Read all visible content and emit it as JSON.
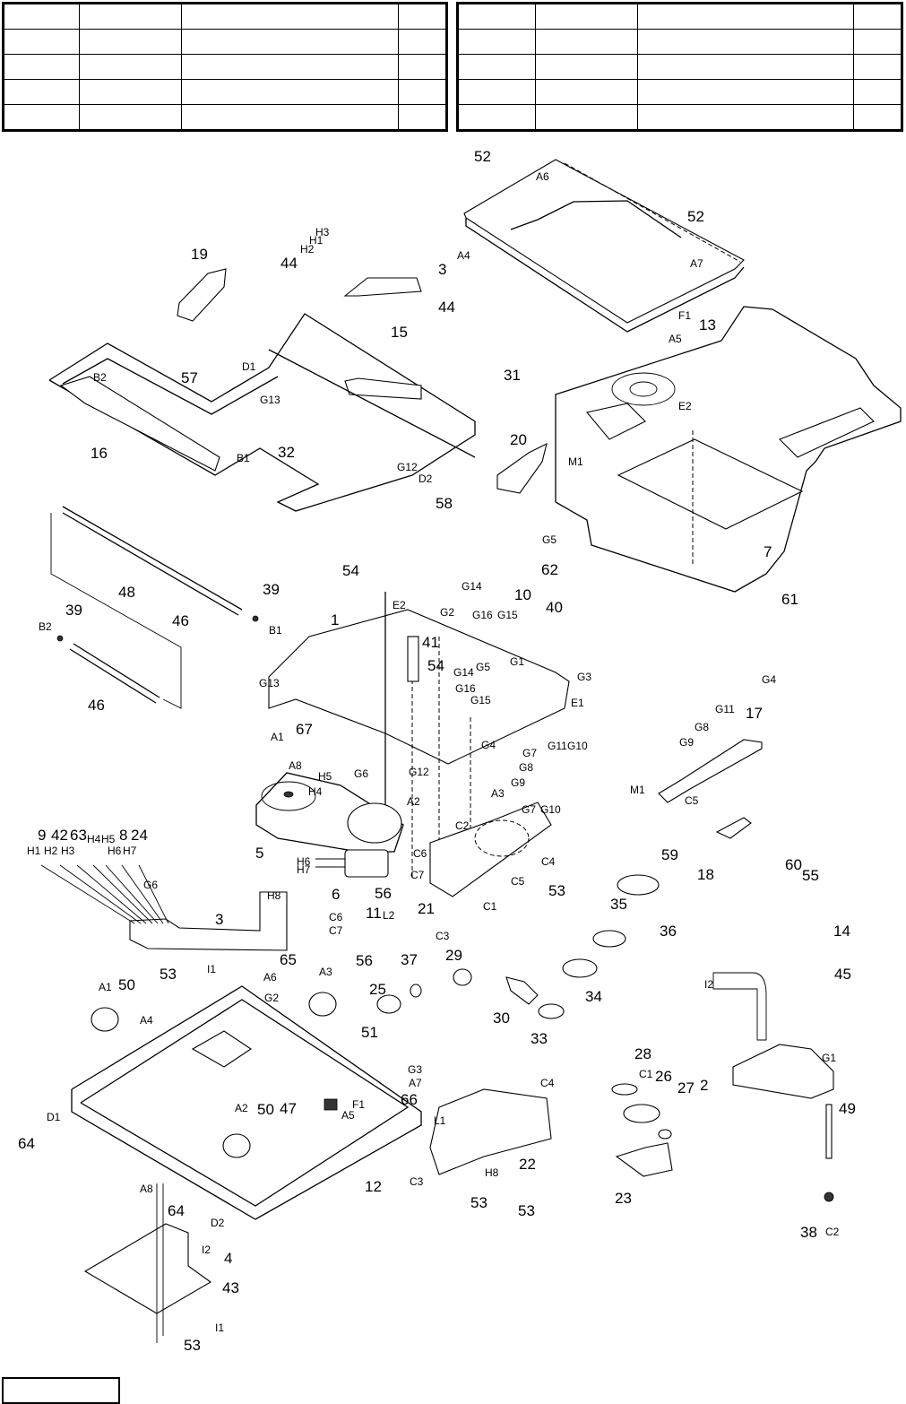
{
  "header_tables": {
    "left": {
      "rows": [
        [
          "",
          "",
          "",
          ""
        ],
        [
          "",
          "",
          "",
          ""
        ],
        [
          "",
          "",
          "",
          ""
        ],
        [
          "",
          "",
          "",
          ""
        ],
        [
          "",
          "",
          "",
          ""
        ]
      ]
    },
    "right": {
      "rows": [
        [
          "",
          "",
          "",
          ""
        ],
        [
          "",
          "",
          "",
          ""
        ],
        [
          "",
          "",
          "",
          ""
        ],
        [
          "",
          "",
          "",
          ""
        ],
        [
          "",
          "",
          "",
          ""
        ]
      ]
    }
  },
  "footer_box": {
    "text": ""
  },
  "diagram": {
    "type": "exploded-parts-view",
    "part_numbers": [
      "1",
      "2",
      "3",
      "3",
      "4",
      "5",
      "6",
      "7",
      "8",
      "9",
      "10",
      "11",
      "12",
      "13",
      "14",
      "15",
      "16",
      "17",
      "18",
      "19",
      "20",
      "21",
      "22",
      "23",
      "24",
      "25",
      "26",
      "27",
      "28",
      "29",
      "30",
      "31",
      "32",
      "33",
      "34",
      "35",
      "36",
      "37",
      "38",
      "39",
      "39",
      "40",
      "41",
      "42",
      "43",
      "44",
      "44",
      "45",
      "46",
      "46",
      "47",
      "48",
      "49",
      "50",
      "50",
      "51",
      "52",
      "52",
      "53",
      "53",
      "53",
      "53",
      "53",
      "53",
      "54",
      "54",
      "55",
      "56",
      "56",
      "57",
      "58",
      "59",
      "60",
      "61",
      "62",
      "63",
      "64",
      "64",
      "65",
      "66",
      "67"
    ],
    "labels": {
      "p52a": "52",
      "A6a": "A6",
      "A4a": "A4",
      "p52b": "52",
      "A7a": "A7",
      "F1a": "F1",
      "A5a": "A5",
      "p13": "13",
      "p19": "19",
      "H3a": "H3",
      "H1a": "H1",
      "H2a": "H2",
      "p3a": "3",
      "p44a": "44",
      "p44b": "44",
      "p15": "15",
      "p57": "57",
      "D1a": "D1",
      "G13a": "G13",
      "B2a": "B2",
      "p31": "31",
      "p16": "16",
      "B1a": "B1",
      "p32": "32",
      "G12a": "G12",
      "D2a": "D2",
      "p20": "20",
      "M1a": "M1",
      "p58": "58",
      "E2a": "E2",
      "p7": "7",
      "G5a": "G5",
      "p62": "62",
      "p54a": "54",
      "G14a": "G14",
      "p10": "10",
      "G16a": "G16",
      "G15a": "G15",
      "p40": "40",
      "p48": "48",
      "p46a": "46",
      "p39a": "39",
      "B1b": "B1",
      "p39b": "39",
      "B2b": "B2",
      "p46b": "46",
      "p1": "1",
      "E2b": "E2",
      "G2a": "G2",
      "p41": "41",
      "G1a": "G1",
      "p54b": "54",
      "G14b": "G14",
      "G5b": "G5",
      "G3a": "G3",
      "G13b": "G13",
      "G16b": "G16",
      "G15b": "G15",
      "E1a": "E1",
      "A1a": "A1",
      "p61": "61",
      "G4a": "G4",
      "p67": "67",
      "G4b": "G4",
      "G7a": "G7",
      "G11a": "G11",
      "G10a": "G10",
      "A8a": "A8",
      "G6a": "G6",
      "G8a": "G8",
      "G9a": "G9",
      "G12b": "G12",
      "A3a": "A3",
      "A2a": "A2",
      "p17": "17",
      "G11b": "G11",
      "G8b": "G8",
      "G9b": "G9",
      "M1b": "M1",
      "p5": "5",
      "H5a": "H5",
      "H4a": "H4",
      "G7b": "G7",
      "G10b": "G10",
      "C5a": "C5",
      "p59": "59",
      "p18": "18",
      "p60": "60",
      "p9": "9",
      "p42": "42",
      "p63": "63",
      "H4b": "H4",
      "H5b": "H5",
      "p8": "8",
      "p24": "24",
      "H1b": "H1",
      "H2b": "H2",
      "H3b": "H3",
      "H6b": "H6",
      "H7b": "H7",
      "G6b": "G6",
      "C2a": "C2",
      "C6a": "C6",
      "C4a": "C4",
      "H6a": "H6",
      "H7a": "H7",
      "C7a": "C7",
      "H8a": "H8",
      "p6": "6",
      "p56a": "56",
      "C6b": "C6",
      "C7b": "C7",
      "p56b": "56",
      "p21": "21",
      "C1a": "C1",
      "C5b": "C5",
      "p53a": "53",
      "p3b": "3",
      "p11": "11",
      "L2a": "L2",
      "C3a": "C3",
      "p35": "35",
      "p36": "36",
      "p55": "55",
      "p14": "14",
      "I1a": "I1",
      "p53b": "53",
      "p65": "65",
      "A6b": "A6",
      "G2b": "G2",
      "A3b": "A3",
      "p37": "37",
      "p29": "29",
      "p25": "25",
      "p30": "30",
      "p34": "34",
      "p45": "45",
      "I2a": "I2",
      "A1b": "A1",
      "p50a": "50",
      "A4b": "A4",
      "p51": "51",
      "p33": "33",
      "G3b": "G3",
      "A7b": "A7",
      "p66": "66",
      "p28": "28",
      "C1b": "C1",
      "p26": "26",
      "p27": "27",
      "p2": "2",
      "G1b": "G1",
      "D1b": "D1",
      "p47": "47",
      "F1b": "F1",
      "A5b": "A5",
      "p64a": "64",
      "L1a": "L1",
      "p49": "49",
      "A2b": "A2",
      "p50b": "50",
      "p12": "12",
      "C4b": "C4",
      "p22": "22",
      "C3b": "C3",
      "H8b": "H8",
      "A8b": "A8",
      "p23": "23",
      "p53c": "53",
      "p53d": "53",
      "p38": "38",
      "C2b": "C2",
      "p64b": "64",
      "D2b": "D2",
      "I2b": "I2",
      "p4": "4",
      "p43": "43",
      "I1b": "I1",
      "p53e": "53"
    }
  }
}
